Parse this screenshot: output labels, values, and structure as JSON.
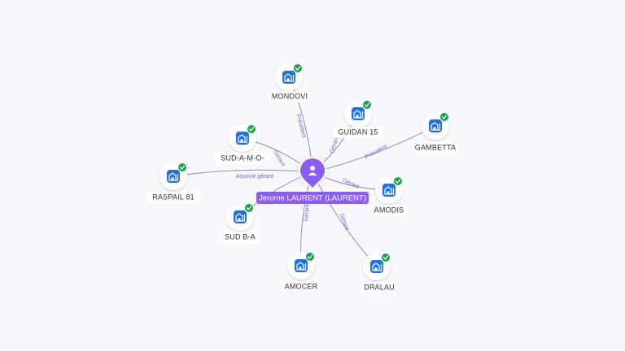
{
  "colors": {
    "background": "#f7f8fc",
    "edge": "#8e94a6",
    "edge_label": "#7b5ce6",
    "center_pin": "#8b5cf6",
    "center_label_bg": "#8b5cf6",
    "company_icon_bg": "#1f6fe5",
    "verified_badge": "#16a34a"
  },
  "center": {
    "name": "Jerome LAURENT (LAURENT)",
    "icon": "person-icon"
  },
  "companies": [
    {
      "name": "MONDOVI",
      "relation": "Président",
      "verified": true,
      "icon": "company-building-icon"
    },
    {
      "name": "GUIDAN 15",
      "relation": "Gérant",
      "verified": true,
      "icon": "company-building-icon"
    },
    {
      "name": "GAMBETTA",
      "relation": "Président",
      "verified": true,
      "icon": "company-building-icon"
    },
    {
      "name": "AMODIS",
      "relation": "Gérant",
      "verified": true,
      "icon": "company-building-icon"
    },
    {
      "name": "DRALAU",
      "relation": "Gérant",
      "verified": true,
      "icon": "company-building-icon"
    },
    {
      "name": "AMOCER",
      "relation": "Gérant",
      "verified": true,
      "icon": "company-building-icon"
    },
    {
      "name": "SUD B-A",
      "relation": "Gérant",
      "verified": true,
      "icon": "company-building-icon"
    },
    {
      "name": "RASPAIL 81",
      "relation": "Associé gérant",
      "verified": true,
      "icon": "company-building-icon"
    },
    {
      "name": "SUD-A-M-O-",
      "relation": "Gérant",
      "verified": true,
      "icon": "company-building-icon"
    }
  ]
}
